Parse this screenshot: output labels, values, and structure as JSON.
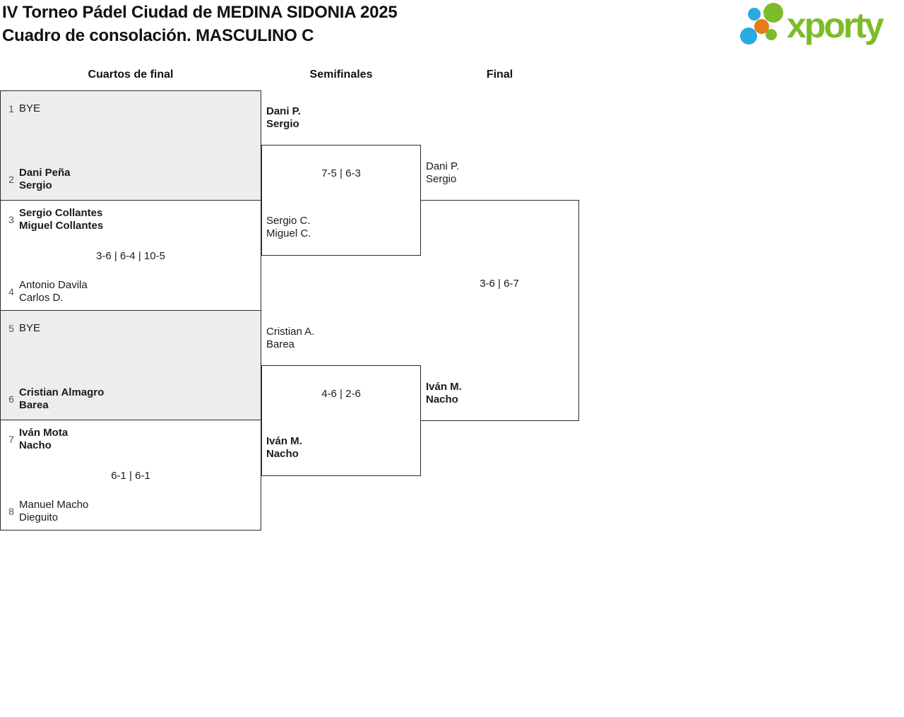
{
  "header": {
    "title_line1": "IV Torneo Pádel Ciudad de MEDINA SIDONIA 2025",
    "title_line2": "Cuadro de consolación. MASCULINO C",
    "logo_text": "xporty"
  },
  "colors": {
    "brand_green": "#7cbc27",
    "brand_blue": "#29abe2",
    "brand_orange": "#e87a1b",
    "bye_box_grey": "#ededed",
    "border_dark": "#2b2b2b"
  },
  "rounds": [
    {
      "label": "Cuartos de final"
    },
    {
      "label": "Semifinales"
    },
    {
      "label": "Final"
    }
  ],
  "quarterfinals": [
    {
      "top": {
        "seed": "1",
        "name1": "BYE",
        "name2": "",
        "winner": false
      },
      "bottom": {
        "seed": "2",
        "name1": "Dani Peña",
        "name2": "Sergio",
        "winner": true
      },
      "score": ""
    },
    {
      "top": {
        "seed": "3",
        "name1": "Sergio Collantes",
        "name2": "Miguel Collantes",
        "winner": true
      },
      "bottom": {
        "seed": "4",
        "name1": "Antonio Davila",
        "name2": "Carlos D.",
        "winner": false
      },
      "score": "3-6 | 6-4 | 10-5"
    },
    {
      "top": {
        "seed": "5",
        "name1": "BYE",
        "name2": "",
        "winner": false
      },
      "bottom": {
        "seed": "6",
        "name1": "Cristian Almagro",
        "name2": "Barea",
        "winner": true
      },
      "score": ""
    },
    {
      "top": {
        "seed": "7",
        "name1": "Iván Mota",
        "name2": "Nacho",
        "winner": true
      },
      "bottom": {
        "seed": "8",
        "name1": "Manuel Macho",
        "name2": "Dieguito",
        "winner": false
      },
      "score": "6-1 | 6-1"
    }
  ],
  "semifinals": [
    {
      "top": {
        "name1": "Dani P.",
        "name2": "Sergio",
        "winner": true
      },
      "bottom": {
        "name1": "Sergio C.",
        "name2": "Miguel C.",
        "winner": false
      },
      "score": "7-5 | 6-3"
    },
    {
      "top": {
        "name1": "Cristian A.",
        "name2": "Barea",
        "winner": false
      },
      "bottom": {
        "name1": "Iván M.",
        "name2": "Nacho",
        "winner": true
      },
      "score": "4-6 | 2-6"
    }
  ],
  "final": {
    "top": {
      "name1": "Dani P.",
      "name2": "Sergio",
      "winner": false
    },
    "bottom": {
      "name1": "Iván M.",
      "name2": "Nacho",
      "winner": true
    },
    "score": "3-6 | 6-7"
  }
}
